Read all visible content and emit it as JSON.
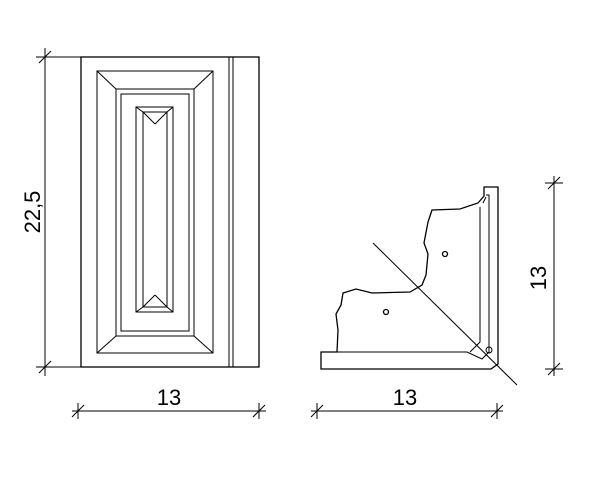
{
  "dimensions": {
    "front_height": "22,5",
    "front_width": "13",
    "profile_width": "13",
    "profile_height": "13"
  },
  "colors": {
    "line": "#000000",
    "background": "#ffffff"
  }
}
